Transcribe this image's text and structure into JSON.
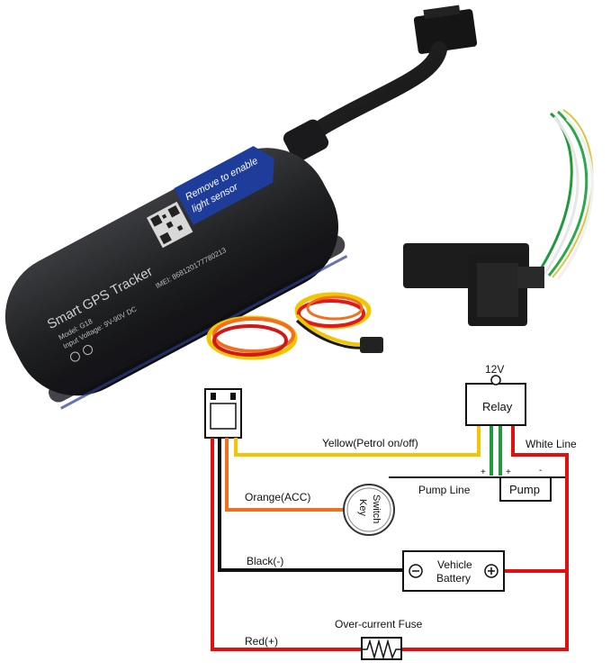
{
  "tracker": {
    "sticker": [
      "Remove to enable",
      "light sensor"
    ],
    "title": "Smart GPS Tracker",
    "model": "Model: G18",
    "input_voltage": "Input Voltage: 9V-90V DC",
    "imei": "IMEI: 868120177780213"
  },
  "diagram": {
    "relay_voltage": "12V",
    "relay_label": "Relay",
    "white_line": "White Line",
    "yellow_line": "Yellow(Petrol on/off)",
    "pump_line": "Pump Line",
    "pump_label": "Pump",
    "plus_sign": "+",
    "minus_sign": "-",
    "orange_line": "Orange(ACC)",
    "key_switch": [
      "Switch",
      "Key"
    ],
    "black_line": "Black(-)",
    "battery_label": [
      "Vehicle",
      "Battery"
    ],
    "fuse_label": "Over-current Fuse",
    "red_line": "Red(+)"
  },
  "colors": {
    "wire_yellow": "#f2c500",
    "wire_orange": "#f07020",
    "wire_black": "#111111",
    "wire_red": "#e01010",
    "wire_green": "#1f9a3a",
    "wire_white": "#dddddd",
    "sticker_blue": "#1e3c9a",
    "device_body": "#1b1c1e"
  }
}
